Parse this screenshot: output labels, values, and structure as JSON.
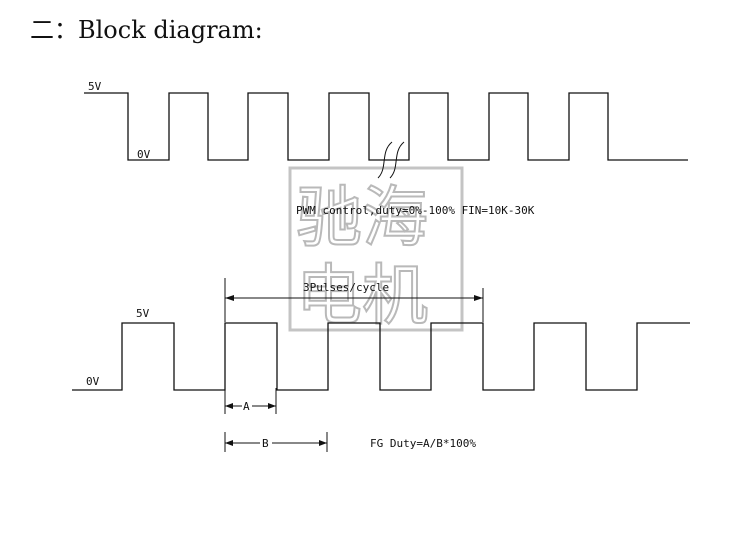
{
  "title": "二：Block diagram:",
  "watermark": "驰海电机",
  "pwm": {
    "high_label": "5V",
    "low_label": "0V",
    "caption": "PWM control,duty=0%-100%  FIN=10K-30K"
  },
  "fg": {
    "high_label": "5V",
    "low_label": "0V",
    "span_label": "3Pulses/cycle",
    "a_label": "A",
    "b_label": "B",
    "caption": "FG Duty=A/B*100%"
  }
}
